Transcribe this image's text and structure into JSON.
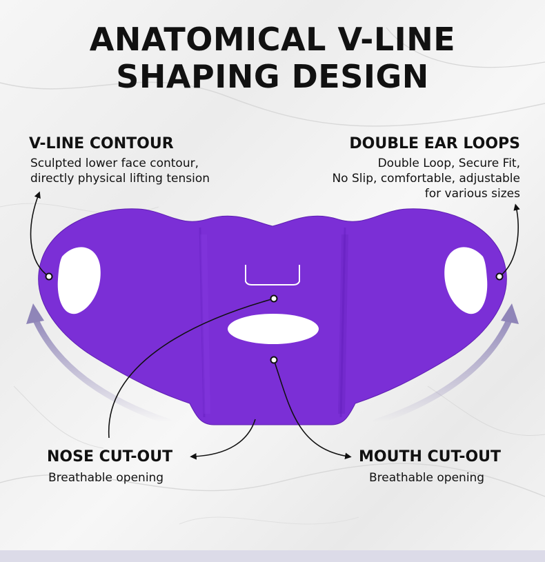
{
  "title": {
    "line1": "ANATOMICAL V-LINE",
    "line2": "SHAPING DESIGN"
  },
  "callouts": {
    "vline": {
      "title": "V-LINE CONTOUR",
      "lines": [
        "Sculpted lower face contour,",
        "directly physical lifting tension"
      ]
    },
    "ear_loops": {
      "title": "DOUBLE EAR LOOPS",
      "lines": [
        "Double Loop, Secure Fit,",
        "No Slip, comfortable, adjustable",
        "for various sizes"
      ]
    },
    "nose": {
      "title": "NOSE CUT-OUT",
      "desc": "Breathable opening"
    },
    "mouth": {
      "title": "MOUTH CUT-OUT",
      "desc": "Breathable opening"
    }
  },
  "colors": {
    "mask": "#7b2fd6",
    "mask_shade": "#6a22c4",
    "arrow_sweep": "#8f85b8",
    "leader": "#111111"
  }
}
